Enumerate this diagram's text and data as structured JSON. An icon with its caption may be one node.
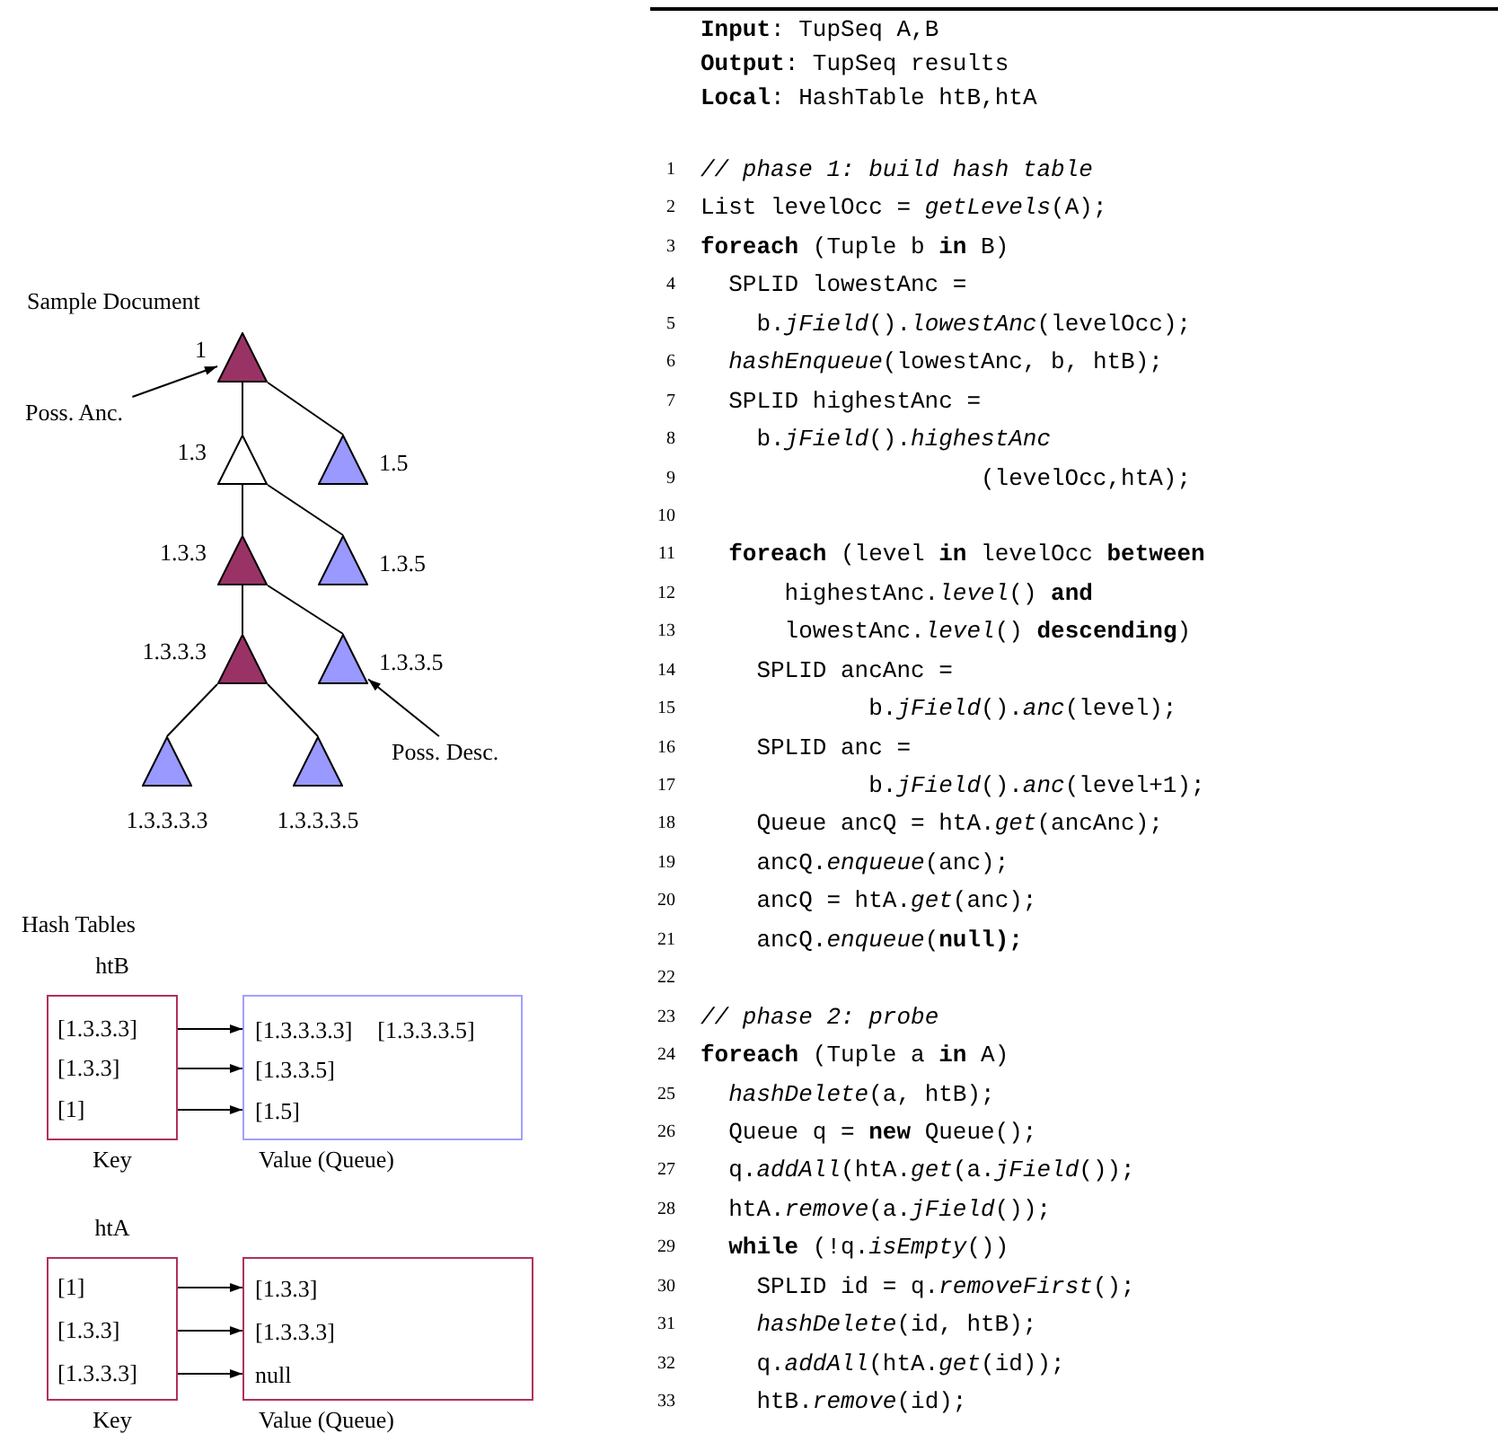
{
  "diagram": {
    "nodes": [
      {
        "text": [],
        "shape": "triangle",
        "beside": [
          "1"
        ]
      },
      {
        "text": [],
        "shape": "triangle",
        "beside": [
          "1.3"
        ]
      },
      {
        "text": [],
        "shape": "triangle",
        "beside": [
          "1.5"
        ]
      },
      {
        "text": [],
        "shape": "triangle",
        "beside": [
          "1.3.3"
        ]
      },
      {
        "text": [],
        "shape": "triangle",
        "beside": [
          "1.3.5"
        ]
      },
      {
        "text": [],
        "shape": "triangle",
        "beside": [
          "1.3.3.3"
        ]
      },
      {
        "text": [],
        "shape": "triangle",
        "beside": [
          "1.3.3.5"
        ]
      },
      {
        "text": [],
        "shape": "triangle",
        "beside": [
          "1.3.3.3.3"
        ]
      },
      {
        "text": [],
        "shape": "triangle",
        "beside": [
          "1.3.3.3.5"
        ]
      },
      {
        "text": [
          "Poss. Anc."
        ]
      },
      {
        "text": [
          "Poss. Desc."
        ]
      },
      {
        "text": [
          "htB",
          "[1.3.3.3]",
          "[1.3.3]",
          "[1]"
        ],
        "beside": [
          "Key"
        ]
      },
      {
        "text": [],
        "shape": "box",
        "beside": [
          "Value (Queue)"
        ]
      },
      {
        "text": [
          "[1.3.3.3.3]",
          "[1.3.3.3.5]"
        ],
        "in": 12
      },
      {
        "text": [
          "[1.3.3.5]"
        ],
        "in": 12
      },
      {
        "text": [
          "[1.5]"
        ],
        "in": 12
      },
      {
        "text": [
          "htA",
          "[1]",
          "[1.3.3]",
          "[1.3.3.3]"
        ],
        "beside": [
          "Key"
        ]
      },
      {
        "text": [],
        "shape": "box",
        "beside": [
          "Value (Queue)"
        ]
      },
      {
        "text": [
          "[1.3.3]"
        ],
        "in": 17
      },
      {
        "text": [
          "[1.3.3.3]"
        ],
        "in": 17
      },
      {
        "text": [
          "null"
        ],
        "in": 17
      }
    ],
    "edges": [
      {
        "from": 0,
        "to": 1,
        "arrow": "none"
      },
      {
        "from": 0,
        "to": 2,
        "arrow": "none"
      },
      {
        "from": 1,
        "to": 3,
        "arrow": "none"
      },
      {
        "from": 1,
        "to": 4,
        "arrow": "none"
      },
      {
        "from": 3,
        "to": 5,
        "arrow": "none"
      },
      {
        "from": 3,
        "to": 6,
        "arrow": "none"
      },
      {
        "from": 5,
        "to": 7,
        "arrow": "none"
      },
      {
        "from": 5,
        "to": 8,
        "arrow": "none"
      },
      {
        "from": 9,
        "to": 0,
        "arrow": "to"
      },
      {
        "from": 10,
        "to": 6,
        "arrow": "to"
      },
      {
        "from": 11,
        "to": 13,
        "arrow": "to"
      },
      {
        "from": 11,
        "to": 14,
        "arrow": "to"
      },
      {
        "from": 11,
        "to": 15,
        "arrow": "to"
      },
      {
        "from": 16,
        "to": 18,
        "arrow": "to"
      },
      {
        "from": 16,
        "to": 19,
        "arrow": "to"
      },
      {
        "from": 16,
        "to": 20,
        "arrow": "to"
      }
    ],
    "labels": [
      "Sample Document",
      "Hash Tables",
      "**Input**: TupSeq A,B",
      "**Output**: TupSeq results",
      "**Local**: HashTable htB,htA",
      "1",
      "// phase 1: build hash table",
      "2",
      "List levelOcc = *getLevels*(A);",
      "3",
      "**foreach** (Tuple b **in** B)",
      "4",
      "SPLID lowestAnc =",
      "5",
      "b.*jField*().*lowestAnc*(levelOcc);",
      "6",
      "*hashEnqueue*(lowestAnc, b, htB);",
      "7",
      "SPLID highestAnc =",
      "8",
      "b.*jField*().*highestAnc*",
      "9",
      "(levelOcc,htA);",
      "10",
      "11",
      "**foreach** (level **in** levelOcc **between**",
      "12",
      "highestAnc.*level*() **and**",
      "13",
      "lowestAnc.*level*() **descending**)",
      "14",
      "SPLID ancAnc =",
      "15",
      "b.*jField*().*anc*(level);",
      "16",
      "SPLID anc =",
      "17",
      "b.*jField*().*anc*(level+1);",
      "18",
      "Queue ancQ = htA.*get*(ancAnc);",
      "19",
      "ancQ.*enqueue*(anc);",
      "20",
      "ancQ = htA.*get*(anc);",
      "21",
      "ancQ.*enqueue*(**null);**",
      "22",
      "23",
      "// phase 2: probe",
      "24",
      "**foreach** (Tuple a **in** A)",
      "25",
      "*hashDelete*(a, htB);",
      "26",
      "Queue q = **new** Queue();",
      "27",
      "q.*addAll*(htA.*get*(a.*jField*());",
      "28",
      "htA.*remove*(a.*jField*());",
      "29",
      "**while** (!q.*isEmpty*())",
      "30",
      "SPLID id = q.*removeFirst*();",
      "31",
      "*hashDelete*(id, htB);",
      "32",
      "q.*addAll*(htA.*get*(id));",
      "33",
      "htB.*remove*(id);"
    ]
  }
}
